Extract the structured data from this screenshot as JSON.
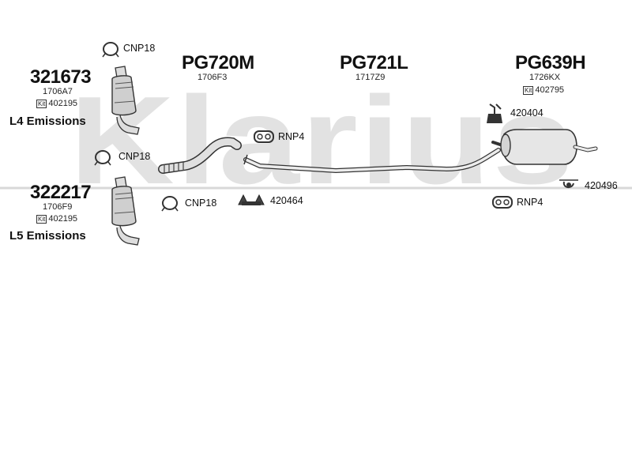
{
  "watermark": "Klarius",
  "groups": {
    "cat_l4": {
      "code": "321673",
      "sub": "1706A7",
      "kit_label": "Kit",
      "kit": "402195",
      "emission": "L4 Emissions"
    },
    "cat_l5": {
      "code": "322217",
      "sub": "1706F9",
      "kit_label": "Kit",
      "kit": "402195",
      "emission": "L5 Emissions"
    },
    "front_pipe": {
      "code": "PG720M",
      "sub": "1706F3"
    },
    "mid_pipe": {
      "code": "PG721L",
      "sub": "1717Z9"
    },
    "rear_box": {
      "code": "PG639H",
      "sub": "1726KX",
      "kit_label": "Kit",
      "kit": "402795"
    }
  },
  "fittings": {
    "clamp_top": "CNP18",
    "clamp_mid": "CNP18",
    "clamp_low": "CNP18",
    "ring_top": "RNP4",
    "ring_right": "RNP4",
    "mount_middle": "420464",
    "mount_rear": "420404",
    "hanger_tail": "420496"
  }
}
